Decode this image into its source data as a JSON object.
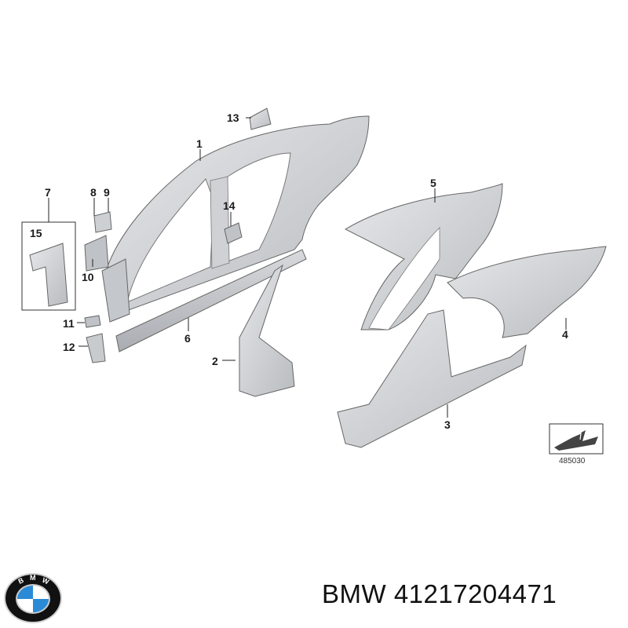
{
  "diagram": {
    "callouts": [
      "1",
      "2",
      "3",
      "4",
      "5",
      "6",
      "7",
      "8",
      "9",
      "10",
      "11",
      "12",
      "13",
      "14",
      "15"
    ],
    "reference_code": "485030"
  },
  "caption": {
    "brand": "BMW",
    "part_number": "41217204471",
    "text": "BMW 41217204471"
  },
  "logo": {
    "name": "bmw-roundel",
    "colors": {
      "ring": "#111111",
      "blue": "#2a8ad6",
      "white": "#ffffff",
      "silver": "#c9c9c9"
    }
  },
  "colors": {
    "part_fill": "#d4d6d9",
    "part_shade": "#b8bbbf",
    "outline": "#555555",
    "leader": "#222222"
  }
}
